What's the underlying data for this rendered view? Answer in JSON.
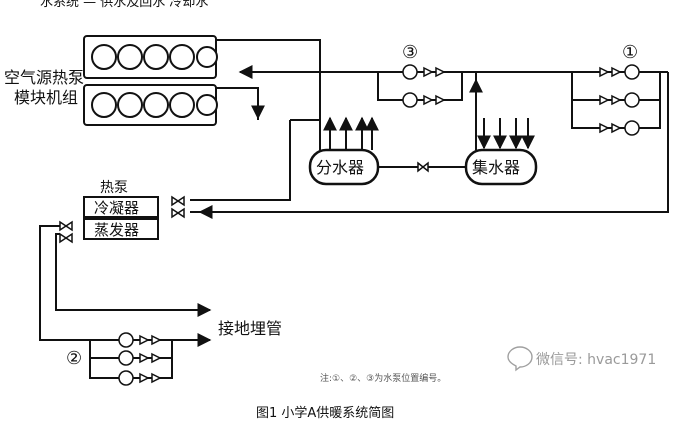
{
  "top_fragment": "水系统 — 供水及回水 冷却水",
  "labels": {
    "air_source_line1": "空气源热泵",
    "air_source_line2": "模块机组",
    "heat_pump_title": "热泵",
    "condenser": "冷凝器",
    "evaporator": "蒸发器",
    "water_separator": "分水器",
    "water_collector": "集水器",
    "ground_pipe": "接地埋管",
    "pump_group_1": "①",
    "pump_group_2": "②",
    "pump_group_3": "③"
  },
  "note": "注:①、②、③为水泵位置编号。",
  "watermark": "微信号: hvac1971",
  "caption": "图1 小学A供暖系统简图"
}
